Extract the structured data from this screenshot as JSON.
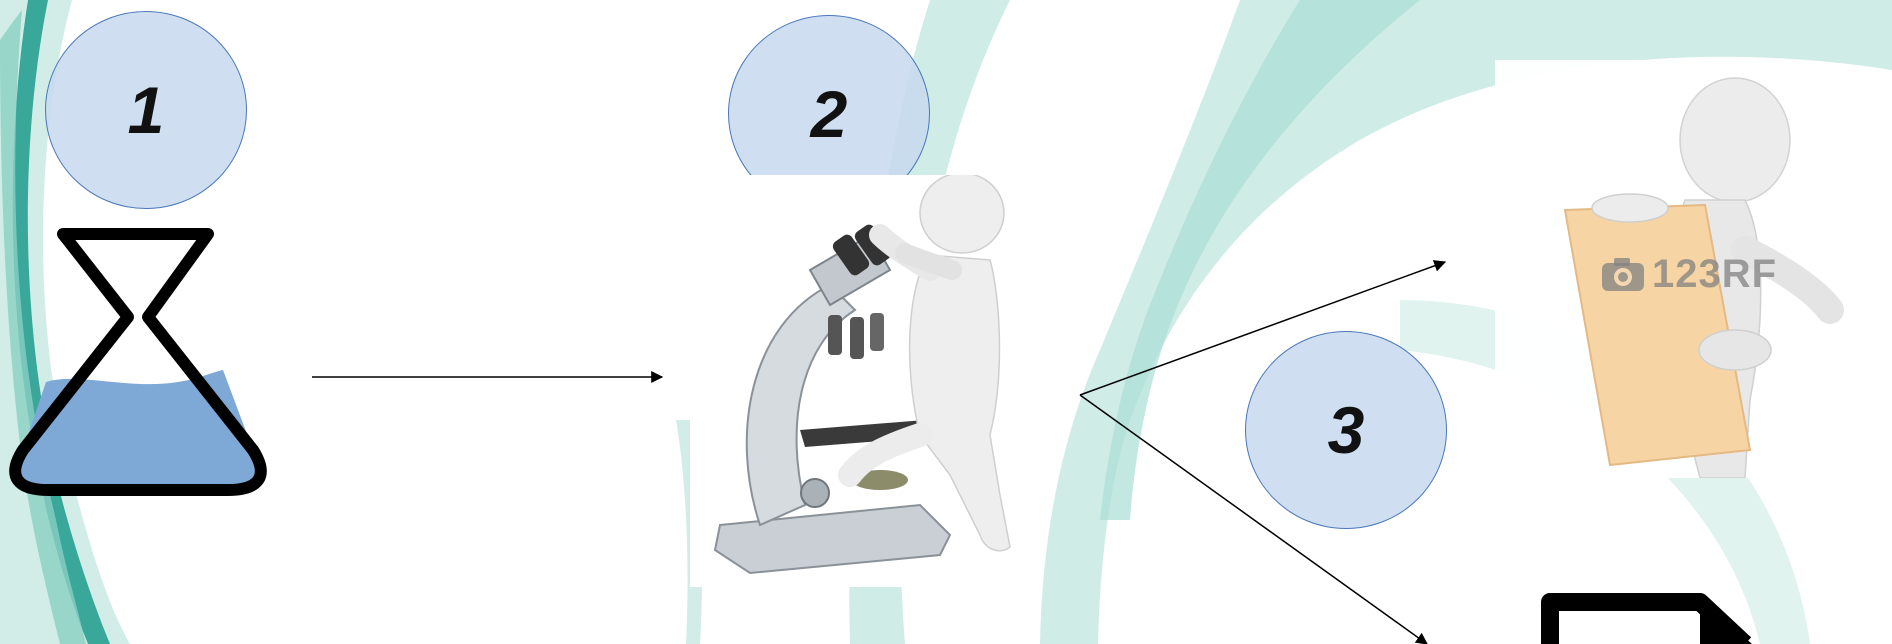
{
  "steps": [
    {
      "number": "1"
    },
    {
      "number": "2"
    },
    {
      "number": "3"
    }
  ],
  "watermark": {
    "text": "123RF"
  },
  "icons": {
    "flask": "flask-icon",
    "microscope": "scientist-microscope-illustration",
    "report": "figure-holding-blank-sheet-illustration",
    "document": "document-icon",
    "camera": "camera-icon"
  },
  "colors": {
    "circle_fill": "#c7d9ee",
    "circle_stroke": "#4a78b8",
    "liquid": "#7ea8d6",
    "paper": "#f6d4a4",
    "swoosh_teal": "#5bbfb0",
    "swoosh_light": "#cdebe5"
  }
}
